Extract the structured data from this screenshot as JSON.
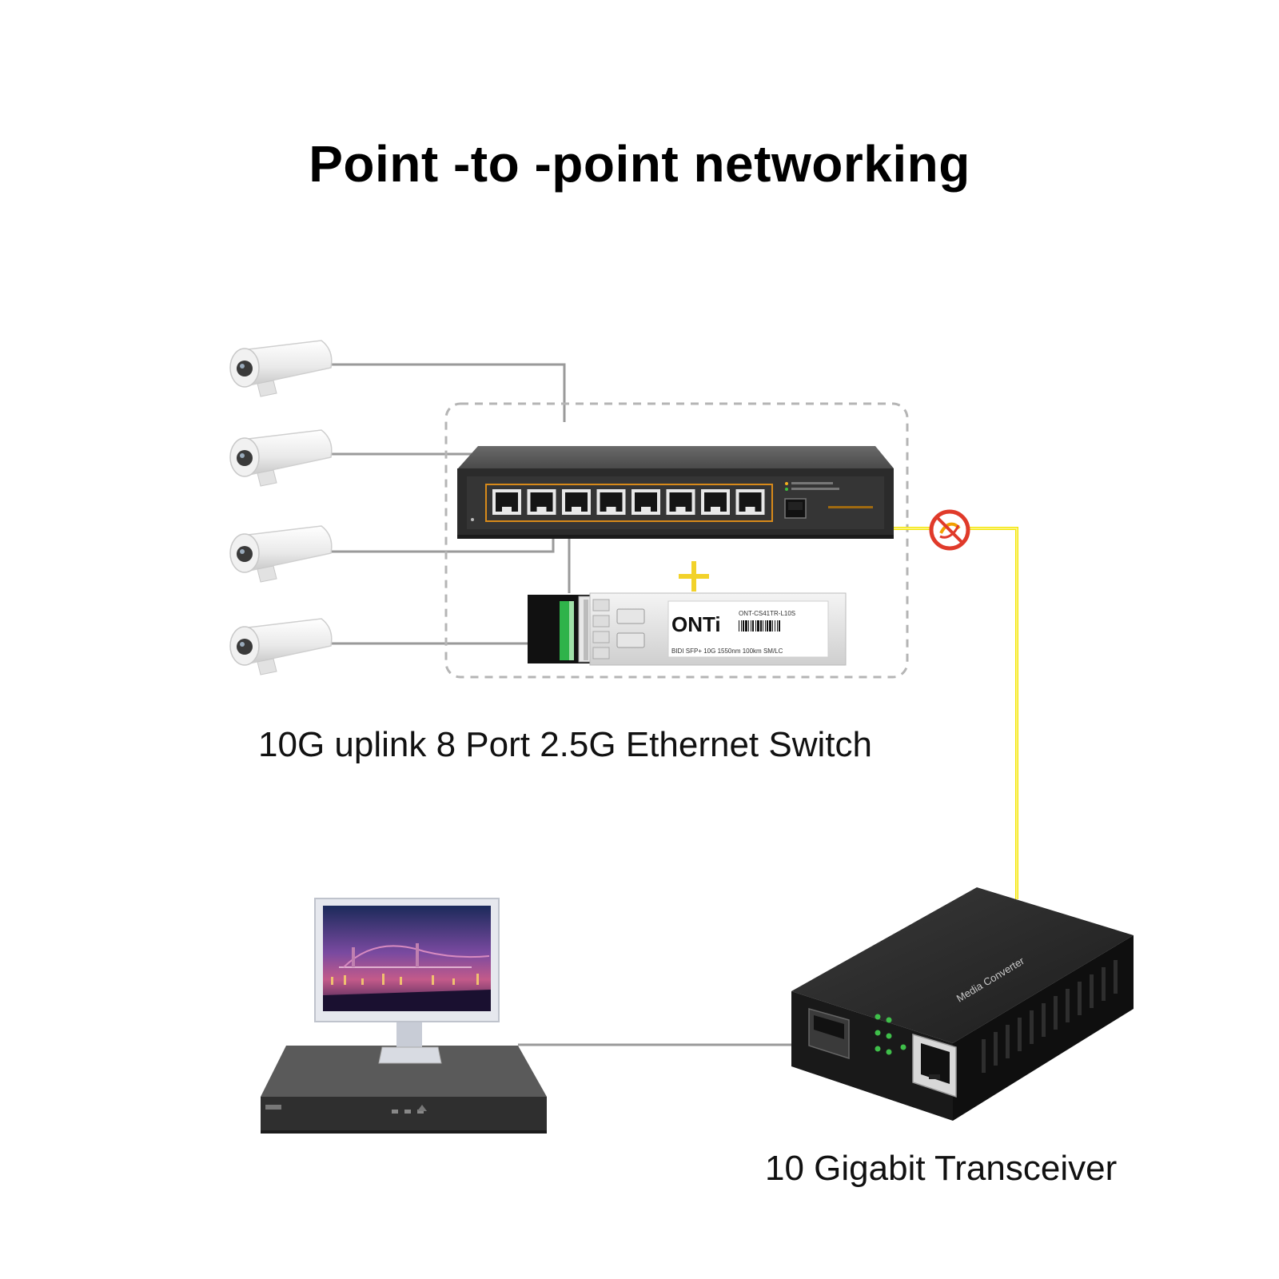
{
  "title": "Point -to -point networking",
  "labels": {
    "switch": "10G uplink 8 Port 2.5G Ethernet Switch",
    "transceiver": "10 Gigabit Transceiver"
  },
  "sfp_module": {
    "brand": "ONTi",
    "model": "ONT-CS41TR-L10S",
    "spec": "BIDI SFP+ 10G 1550nm 100km SM/LC"
  },
  "media_converter": {
    "label": "Media Converter"
  },
  "switch": {
    "port_count": 8
  },
  "cameras": {
    "count": 4
  },
  "colors": {
    "fiber": "#f2e600",
    "cable": "#9a9a9a",
    "dashed_box": "#b5b5b5",
    "device": "#2a2a2a"
  }
}
